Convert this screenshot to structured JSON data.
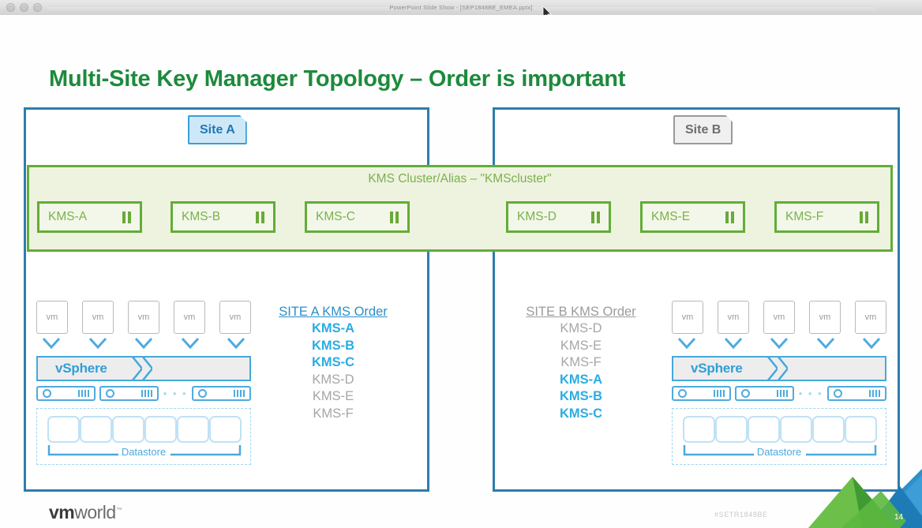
{
  "window": {
    "title": "PowerPoint Slide Show - [SEP1848BE_EMEA.pptx]",
    "traffic_lights": [
      "close-dot",
      "minimize-dot",
      "zoom-dot"
    ]
  },
  "slide": {
    "title": "Multi-Site Key Manager Topology – Order is important",
    "title_color": "#1d8a3c",
    "sites": [
      {
        "id": "A",
        "tag_label": "Site A",
        "tag_style": "blue"
      },
      {
        "id": "B",
        "tag_label": "Site B",
        "tag_style": "gray"
      }
    ],
    "kms_band": {
      "label": "KMS Cluster/Alias – \"KMScluster\"",
      "border_color": "#62ad37",
      "fill_color": "#eef3e0",
      "nodes": [
        {
          "label": "KMS-A",
          "icon": "server-icon"
        },
        {
          "label": "KMS-B",
          "icon": "server-icon"
        },
        {
          "label": "KMS-C",
          "icon": "server-icon"
        },
        {
          "label": "KMS-D",
          "icon": "server-icon"
        },
        {
          "label": "KMS-E",
          "icon": "server-icon"
        },
        {
          "label": "KMS-F",
          "icon": "server-icon"
        }
      ]
    },
    "order_lists": [
      {
        "heading": "SITE A KMS Order",
        "heading_style": "blue",
        "items": [
          {
            "label": "KMS-A",
            "emphasis": "hi"
          },
          {
            "label": "KMS-B",
            "emphasis": "hi"
          },
          {
            "label": "KMS-C",
            "emphasis": "hi"
          },
          {
            "label": "KMS-D",
            "emphasis": "lo"
          },
          {
            "label": "KMS-E",
            "emphasis": "lo"
          },
          {
            "label": "KMS-F",
            "emphasis": "lo"
          }
        ]
      },
      {
        "heading": "SITE B KMS Order",
        "heading_style": "gray",
        "items": [
          {
            "label": "KMS-D",
            "emphasis": "lo"
          },
          {
            "label": "KMS-E",
            "emphasis": "lo"
          },
          {
            "label": "KMS-F",
            "emphasis": "lo"
          },
          {
            "label": "KMS-A",
            "emphasis": "hi"
          },
          {
            "label": "KMS-B",
            "emphasis": "hi"
          },
          {
            "label": "KMS-C",
            "emphasis": "hi"
          }
        ]
      }
    ],
    "stacks": [
      {
        "vm_label": "vm",
        "vm_count": 5,
        "platform_label": "vSphere",
        "host_count": 3,
        "host_ellipsis": "• • •",
        "datastore_label": "Datastore",
        "datastore_disk_count": 6
      },
      {
        "vm_label": "vm",
        "vm_count": 5,
        "platform_label": "vSphere",
        "host_count": 3,
        "host_ellipsis": "• • •",
        "datastore_label": "Datastore",
        "datastore_disk_count": 6
      }
    ],
    "footer": {
      "brand_bold": "vm",
      "brand_rest": "world",
      "brand_tm": "™",
      "session_code": "#SETR1848BE",
      "page_number": "14"
    },
    "colors": {
      "site_border": "#2e7dad",
      "kms_green": "#62ad37",
      "vsphere_blue": "#45a8dd",
      "highlight_blue": "#2bace2",
      "muted_gray": "#a6a6a6"
    }
  }
}
